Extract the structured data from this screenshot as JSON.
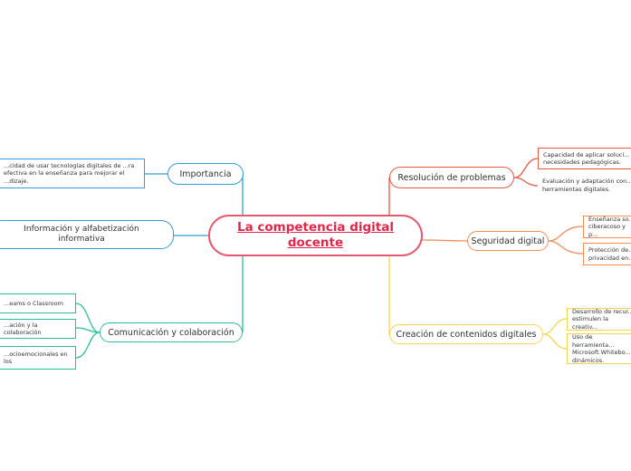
{
  "central": "La competencia digital docente",
  "branches": {
    "importancia": "Importancia",
    "importancia_leaf": "...cidad de usar tecnologías digitales de ...ra efectiva en la enseñanza para mejorar el ...dizaje.",
    "informacion": "Información y alfabetización informativa",
    "comunicacion": "Comunicación y colaboración",
    "comunicacion_leaves": [
      "...eams o Classroom",
      "...ación y la colaboración",
      "...ocioemocionales en los"
    ],
    "resolucion": "Resolución de problemas",
    "resolucion_leaves": [
      "Capacidad de aplicar soluci... necesidades pedagógicas.",
      "Evaluación y adaptación con... herramientas digitales."
    ],
    "seguridad": "Seguridad digital",
    "seguridad_leaves": [
      "Enseñanza so... ciberacoso y p...",
      "Protección de... privacidad en..."
    ],
    "creacion": "Creación de contenidos digitales",
    "creacion_leaves": [
      "Desarrollo de recur... estimulen la creativ...",
      "Uso de herramienta... Microsoft Whitebo... dinámicos."
    ]
  },
  "colors": {
    "central": "#e4586b",
    "importancia": "#2f9fd8",
    "informacion": "#2f9fd8",
    "comunicacion": "#2bbf9a",
    "resolucion": "#e8573f",
    "seguridad": "#f28c53",
    "creacion": "#f5d64a"
  }
}
